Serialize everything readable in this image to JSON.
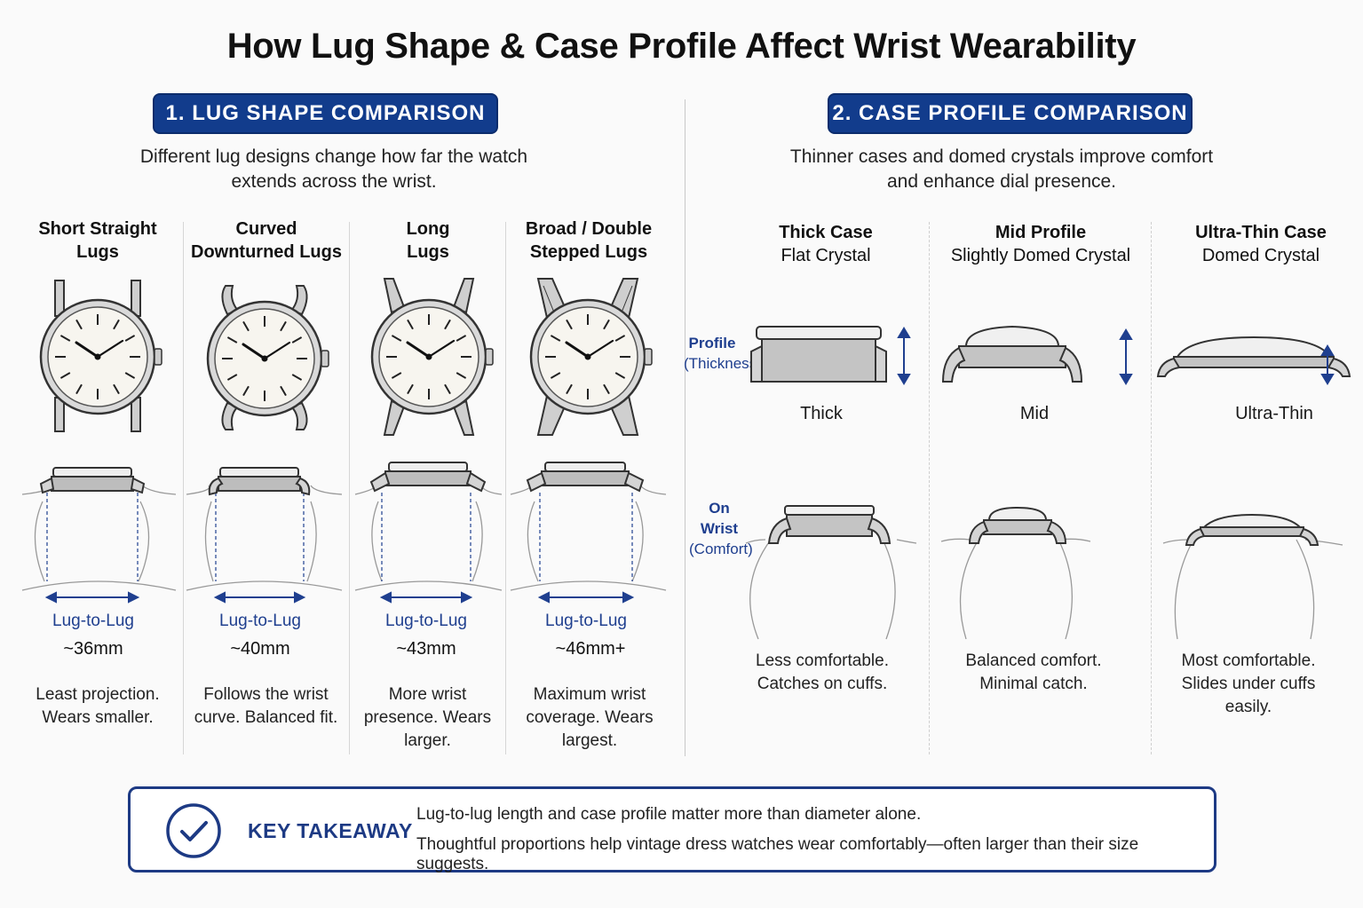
{
  "title": "How Lug Shape & Case Profile Affect Wrist Wearability",
  "lug_section": {
    "badge": "1. LUG SHAPE COMPARISON",
    "subtitle_line1": "Different lug designs change how far the watch",
    "subtitle_line2": "extends across the wrist.",
    "measure_label": "Lug-to-Lug",
    "columns": [
      {
        "title_line1": "Short Straight",
        "title_line2": "Lugs",
        "measure": "~36mm",
        "desc_line1": "Least projection.",
        "desc_line2": "Wears smaller.",
        "desc_line3": ""
      },
      {
        "title_line1": "Curved",
        "title_line2": "Downturned Lugs",
        "measure": "~40mm",
        "desc_line1": "Follows the wrist",
        "desc_line2": "curve. Balanced fit.",
        "desc_line3": ""
      },
      {
        "title_line1": "Long",
        "title_line2": "Lugs",
        "measure": "~43mm",
        "desc_line1": "More wrist",
        "desc_line2": "presence. Wears",
        "desc_line3": "larger."
      },
      {
        "title_line1": "Broad / Double",
        "title_line2": "Stepped Lugs",
        "measure": "~46mm+",
        "desc_line1": "Maximum wrist",
        "desc_line2": "coverage. Wears",
        "desc_line3": "largest."
      }
    ]
  },
  "case_section": {
    "badge": "2. CASE PROFILE COMPARISON",
    "subtitle_line1": "Thinner cases and domed crystals improve comfort",
    "subtitle_line2": "and enhance dial presence.",
    "row_profile_title": "Profile",
    "row_profile_sub": "(Thickness)",
    "row_wrist_title": "On Wrist",
    "row_wrist_sub": "(Comfort)",
    "columns": [
      {
        "title": "Thick Case",
        "subtitle": "Flat Crystal",
        "profile_label": "Thick",
        "desc_line1": "Less comfortable.",
        "desc_line2": "Catches on cuffs.",
        "desc_line3": ""
      },
      {
        "title": "Mid Profile",
        "subtitle": "Slightly Domed Crystal",
        "profile_label": "Mid",
        "desc_line1": "Balanced comfort.",
        "desc_line2": "Minimal catch.",
        "desc_line3": ""
      },
      {
        "title": "Ultra-Thin Case",
        "subtitle": "Domed Crystal",
        "profile_label": "Ultra-Thin",
        "desc_line1": "Most comfortable.",
        "desc_line2": "Slides under cuffs",
        "desc_line3": "easily."
      }
    ]
  },
  "takeaway": {
    "label": "KEY TAKEAWAY",
    "line1": "Lug-to-lug length and case profile matter more than diameter alone.",
    "line2": "Thoughtful proportions help vintage dress watches wear comfortably—often larger than their size suggests."
  },
  "colors": {
    "accent": "#123c8c",
    "metal": "#9a9a9a",
    "dial": "#f7f5ef"
  }
}
